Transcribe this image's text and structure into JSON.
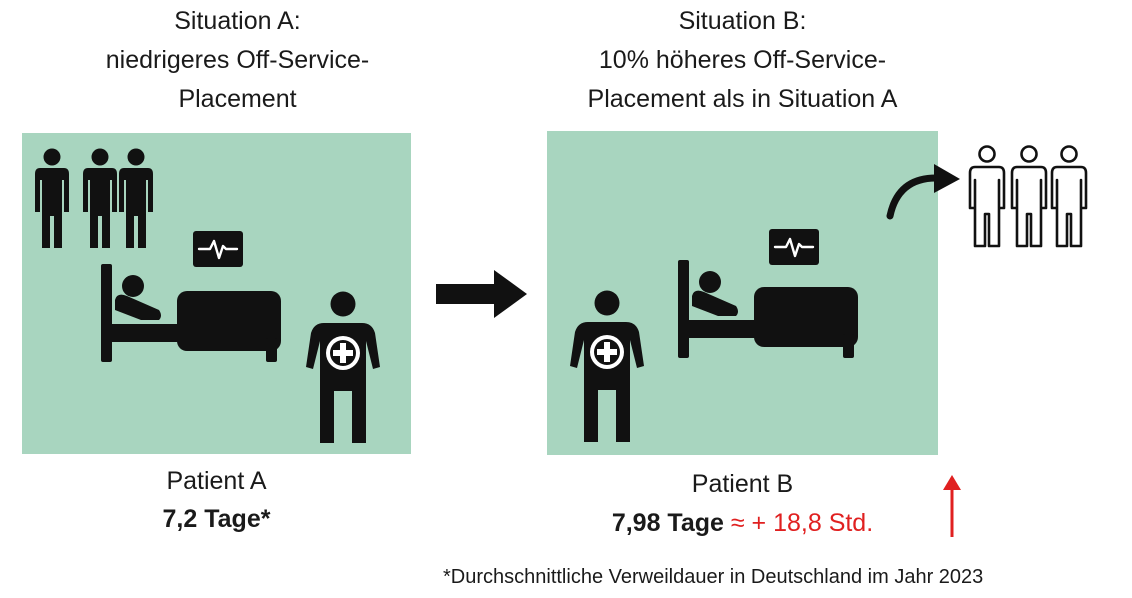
{
  "situation_a": {
    "title_lines": [
      "Situation A:",
      "niedrigeres Off-Service-",
      "Placement"
    ],
    "patient_label": "Patient A",
    "length_of_stay": "7,2 Tage*"
  },
  "situation_b": {
    "title_lines": [
      "Situation B:",
      "10% höheres Off-Service-",
      "Placement als in Situation A"
    ],
    "patient_label": "Patient B",
    "length_of_stay": "7,98 Tage",
    "difference": "≈ + 18,8 Std."
  },
  "footnote": "*Durchschnittliche Verweildauer in Deutschland im Jahr 2023",
  "colors": {
    "panel_background": "#a8d5bf",
    "highlight_red": "#e02020",
    "icon_fill": "#111111"
  },
  "icons": [
    "staff-group-icon",
    "monitor-icon",
    "hospital-bed-patient-icon",
    "doctor-icon",
    "arrow-right-icon",
    "curved-arrow-icon",
    "staff-outline-group-icon",
    "up-arrow-icon"
  ]
}
